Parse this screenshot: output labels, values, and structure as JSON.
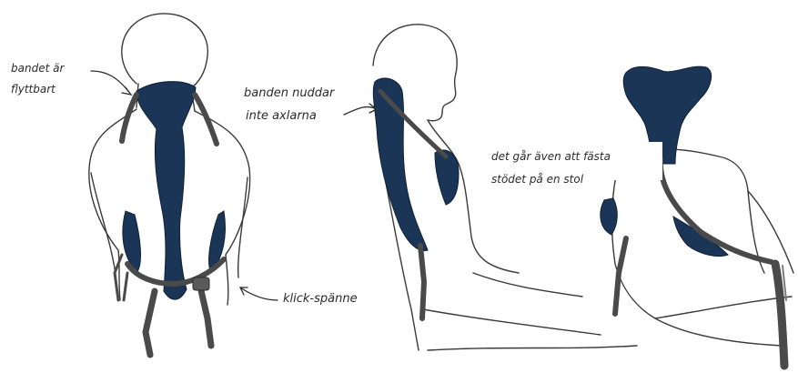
{
  "annotations": {
    "movable_strap": [
      "bandet är",
      "flyttbart"
    ],
    "straps_not_touching": [
      "banden nuddar",
      "inte axlarna"
    ],
    "chair_attach": [
      "det går även att fästa",
      "stödet på en stol"
    ],
    "buckle": "klick-spänne"
  },
  "colors": {
    "pad": "#1b3557",
    "strap": "#4a4a4a",
    "outline": "#3a3a3a"
  }
}
